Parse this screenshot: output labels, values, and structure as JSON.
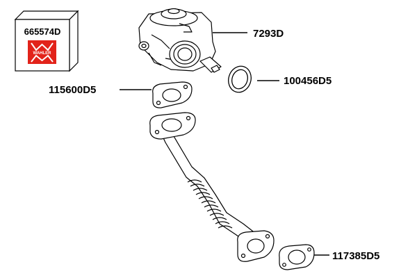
{
  "kit_box": {
    "code": "665574D",
    "brand": "WAHLER",
    "brand_color": "#e2231a"
  },
  "callouts": {
    "valve": "7293D",
    "o_ring": "100456D5",
    "upper_gasket": "115600D5",
    "lower_gasket": "117385D5"
  }
}
